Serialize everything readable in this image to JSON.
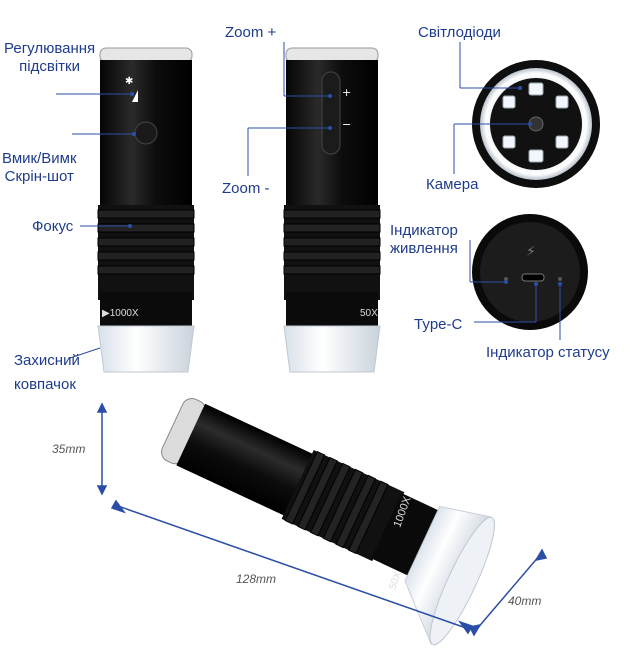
{
  "labels": {
    "backlight": [
      "Регулювання",
      "підсвітки"
    ],
    "power": [
      "Вмик/Вимк",
      "Скрін-шот"
    ],
    "focus": "Фокус",
    "cap": [
      "Захисний",
      "ковпачок"
    ],
    "zoom_plus": "Zoom +",
    "zoom_minus": "Zoom -",
    "leds": "Світлодіоди",
    "camera": "Камера",
    "power_indicator": [
      "Індикатор",
      "живлення"
    ],
    "type_c": "Type-C",
    "status_indicator": "Індикатор статусу"
  },
  "device_marks": {
    "mag_left": "▶1000X",
    "mag_mid": "50X",
    "mag_bottom": "1000X",
    "mag_bottom_small": "50X"
  },
  "dimensions": {
    "height": "35mm",
    "length": "128mm",
    "diameter": "40mm"
  },
  "colors": {
    "label": "#1f3c8c",
    "leader": "#2b4fa8",
    "dim_line": "#2b4fa8",
    "body": "#111111"
  }
}
